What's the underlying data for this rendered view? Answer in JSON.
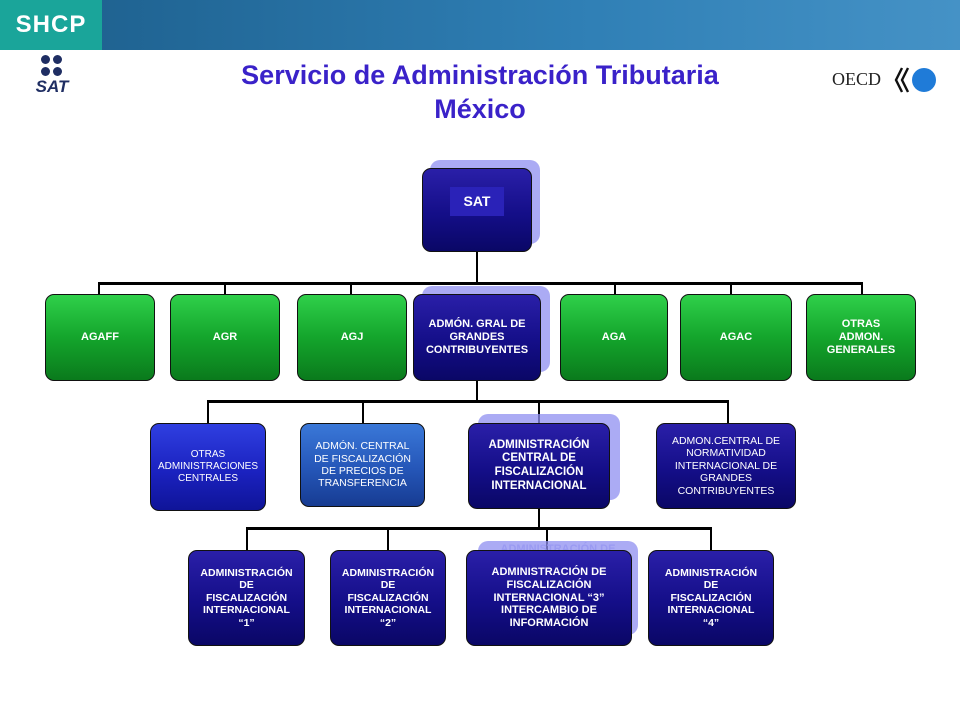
{
  "header": {
    "ministry_logo": "SHCP",
    "agency_logo": "SAT",
    "org_logo": "OECD",
    "title_line1": "Servicio de Administración Tributaria",
    "title_line2": "México"
  },
  "colors": {
    "title": "#3a22c9",
    "top_bar": "#2f7fb5",
    "shcp_bg": "#1aa59a",
    "green_box": "#14a52c",
    "navy_box": "#140e88"
  },
  "chart": {
    "root": "SAT",
    "level1": [
      "AGAFF",
      "AGR",
      "AGJ",
      "ADMÓN. GRAL DE GRANDES CONTRIBUYENTES",
      "AGA",
      "AGAC",
      "OTRAS ADMON. GENERALES"
    ],
    "level2": [
      "OTRAS ADMINISTRACIONES CENTRALES",
      "ADMÓN. CENTRAL DE FISCALIZACIÓN DE PRECIOS DE TRANSFERENCIA",
      "ADMINISTRACIÓN CENTRAL DE FISCALIZACIÓN INTERNACIONAL",
      "ADMON.CENTRAL DE NORMATIVIDAD INTERNACIONAL DE GRANDES CONTRIBUYENTES"
    ],
    "level3": [
      "ADMINISTRACIÓN DE FISCALIZACIÓN INTERNACIONAL “1”",
      "ADMINISTRACIÓN DE FISCALIZACIÓN INTERNACIONAL “2”",
      "ADMINISTRACIÓN DE FISCALIZACIÓN INTERNACIONAL “3” INTERCAMBIO DE INFORMACIÓN",
      "ADMINISTRACIÓN DE FISCALIZACIÓN INTERNACIONAL “4”"
    ],
    "ghost_label": "ADMINISTRACIÓN DE"
  }
}
